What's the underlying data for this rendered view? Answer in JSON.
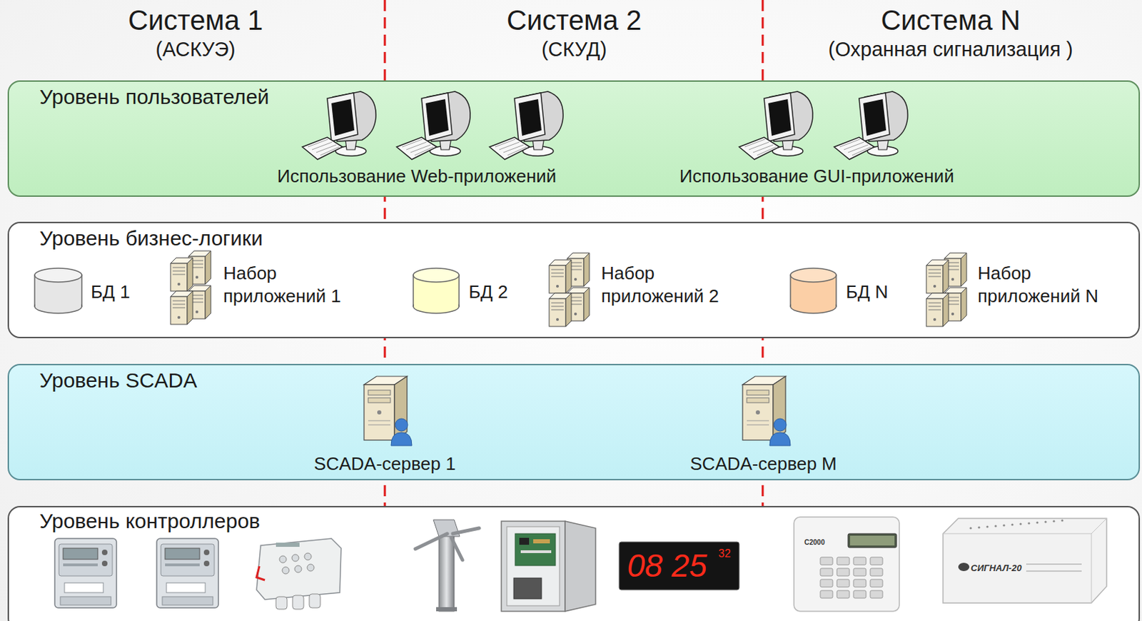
{
  "diagram": {
    "nodes": [
      {
        "text": [
          "Уровень пользователей",
          "Использование Web-приложений",
          "Использование GUI-приложений"
        ]
      },
      {
        "text": [
          "Уровень бизнес-логики",
          "БД 1",
          "Набор приложений 1",
          "БД 2",
          "Набор приложений 2",
          "БД N",
          "Набор приложений N"
        ]
      },
      {
        "text": [
          "Уровень SCADA",
          "SCADA-сервер 1",
          "SCADA-сервер M"
        ]
      },
      {
        "text": [
          "Уровень контроллеров"
        ]
      }
    ],
    "labels": [
      "Система 1",
      "(АСКУЭ)",
      "Система 2",
      "(СКУД)",
      "Система N",
      "(Охранная сигнализация )",
      "08 25",
      "32",
      "С2000",
      "СИГНАЛ-20"
    ]
  }
}
